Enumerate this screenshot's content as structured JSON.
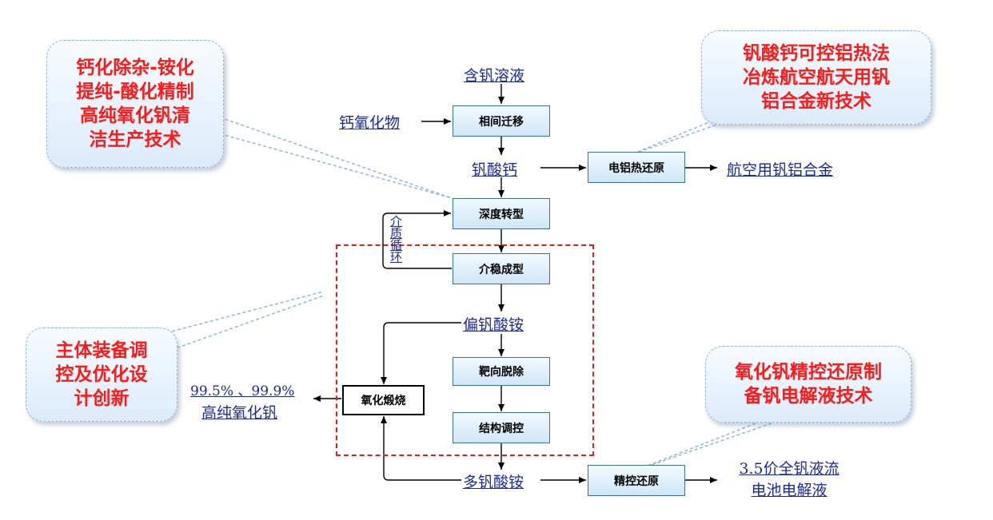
{
  "callouts": {
    "purification": "钙化除杂-铵化\n提纯-酸化精制\n高纯氧化钒清\n洁生产技术",
    "aluminothermic": "钒酸钙可控铝热法\n冶炼航空航天用钒\n铝合金新技术",
    "equipment": "主体装备调\n控及优化设\n计创新",
    "electrolyte": "氧化钒精控还原制\n备钒电解液技术"
  },
  "process_boxes": {
    "phase_migration": "相间迁移",
    "deep_transformation": "深度转型",
    "stable_forming": "介稳成型",
    "targeted_removal": "靶向脱除",
    "structure_control": "结构调控",
    "oxidation_calcination": "氧化煅烧",
    "aluminothermic_reduction": "电铝热还原",
    "precise_reduction": "精控还原"
  },
  "materials": {
    "vanadium_solution": "含钒溶液",
    "calcium_oxide": "钙氧化物",
    "calcium_vanadate": "钒酸钙",
    "aviation_alloy": "航空用钒铝合金",
    "ammonium_metavanadate": "偏钒酸铵",
    "ammonium_polyvanadate": "多钒酸铵",
    "purity_values": "99.5% 、99.9%",
    "high_purity_oxide": "高纯氧化钒",
    "flow_battery_line1": "3.5价全钒液流",
    "flow_battery_line2": "电池电解液",
    "medium_recycle": "介质循环"
  },
  "colors": {
    "callout_text": "#ff1a1a",
    "link_text": "#1a2a9c",
    "dashed_frame": "#e02020"
  }
}
